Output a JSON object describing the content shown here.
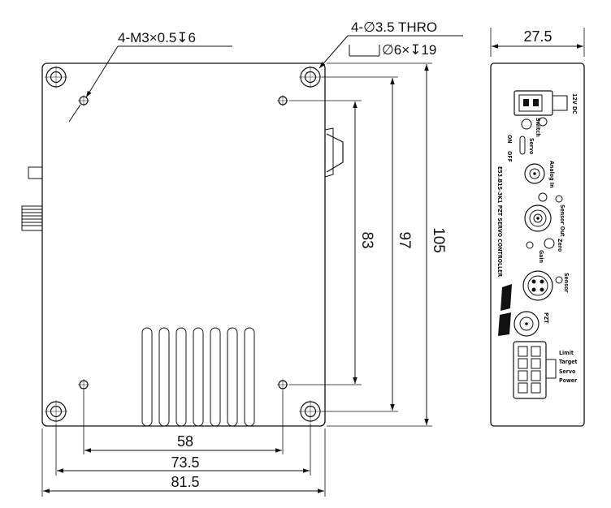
{
  "callouts": {
    "tapped_holes": "4-M3×0.5↧6",
    "through_holes_line1": "4-∅3.5 THRO",
    "through_holes_line2": "∅6×↧19"
  },
  "dimensions": {
    "width_total": "81.5",
    "width_mount_outer": "73.5",
    "width_mount_inner": "58",
    "height_total": "105",
    "height_mount_outer": "97",
    "height_mount_inner": "83",
    "side_thickness": "27.5"
  },
  "side_panel": {
    "model_text": "E53.B1S-3K1 PZT SERVO CONTROLLER",
    "labels": {
      "dc": "12V DC",
      "switch": "Switch",
      "servo": "Servo",
      "on": "ON",
      "off": "OFF",
      "analog_in": "Analog In",
      "sensor_out": "Sensor Out",
      "zero": "Zero",
      "gain": "Gain",
      "sensor": "Sensor",
      "pzt": "PZT",
      "limit": "Limit",
      "target": "Target",
      "servo_led": "Servo",
      "power": "Power"
    }
  }
}
